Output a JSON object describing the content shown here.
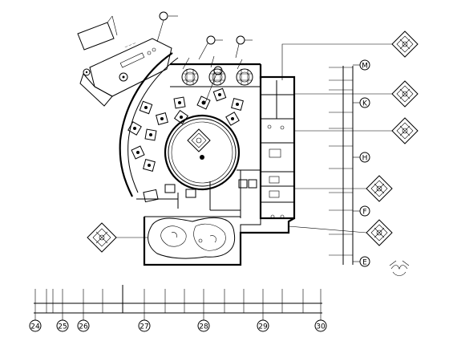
{
  "drawing": {
    "vertical_grid_labels": [
      "M",
      "K",
      "H",
      "F",
      "E"
    ],
    "horizontal_grid_labels": [
      "24",
      "25",
      "26",
      "27",
      "28",
      "29",
      "30"
    ],
    "symbols": [
      "diamond-callout-icon",
      "circle-callout-icon",
      "column-icon",
      "round-table-icon"
    ]
  }
}
